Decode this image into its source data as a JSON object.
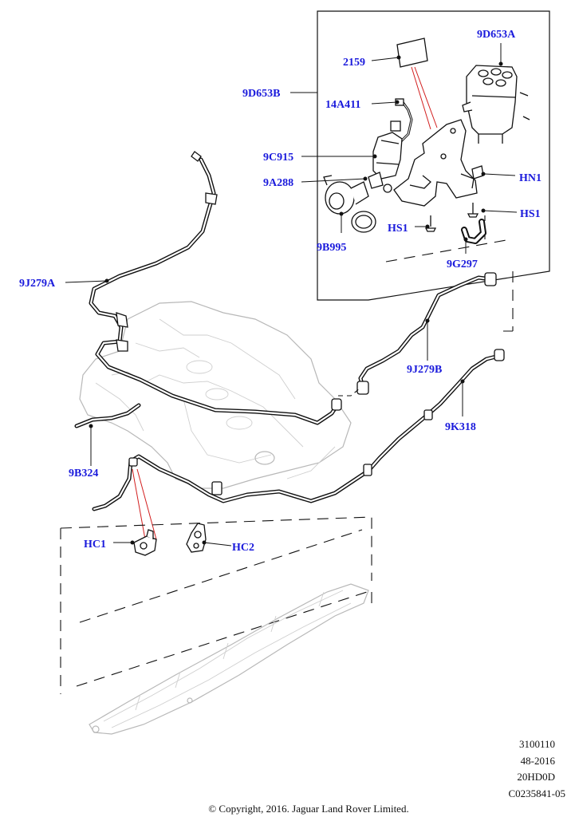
{
  "labels": {
    "l_9D653A": "9D653A",
    "l_2159": "2159",
    "l_9D653B": "9D653B",
    "l_14A411": "14A411",
    "l_9C915": "9C915",
    "l_9A288": "9A288",
    "l_HN1": "HN1",
    "l_HS1a": "HS1",
    "l_HS1b": "HS1",
    "l_9B995": "9B995",
    "l_9G297": "9G297",
    "l_9J279A": "9J279A",
    "l_9J279B": "9J279B",
    "l_9K318": "9K318",
    "l_9B324": "9B324",
    "l_HC1": "HC1",
    "l_HC2": "HC2"
  },
  "reference": {
    "line1": "3100110",
    "line2": "48-2016",
    "line3": "20HD0D",
    "line4": "C0235841-05"
  },
  "copyright": "© Copyright, 2016. Jaguar Land Rover Limited.",
  "colors": {
    "label": "#1a1adc",
    "callout_line": "#d21e1e"
  }
}
